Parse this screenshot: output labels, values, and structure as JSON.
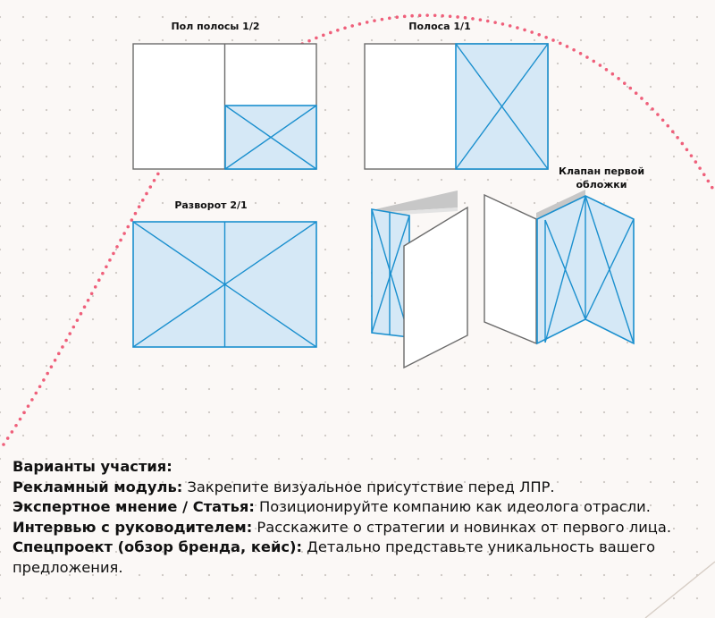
{
  "labels": {
    "half_page": "Пол полосы 1/2",
    "full_page": "Полоса 1/1",
    "spread": "Разворот 2/1",
    "cover_flap_1": "Клапан первой",
    "cover_flap_2": "обложки"
  },
  "info": {
    "title": "Варианты участия:",
    "items": [
      {
        "label": "Рекламный модуль:",
        "text": " Закрепите визуальное присутствие перед ЛПР."
      },
      {
        "label": "Экспертное мнение / Статья:",
        "text": " Позиционируйте компанию как идеолога отрасли."
      },
      {
        "label": "Интервью с руководителем:",
        "text": " Расскажите о стратегии и новинках от первого лица."
      },
      {
        "label": "Спецпроект (обзор бренда, кейс):",
        "text": " Детально представьте уникальность вашего"
      }
    ],
    "continuation": "предложения."
  },
  "colors": {
    "accent_blue": "#1a8fce",
    "fill_blue": "#d5e8f6",
    "outline_gray": "#6b6b6b",
    "dots_pink": "#ef5f7a"
  }
}
